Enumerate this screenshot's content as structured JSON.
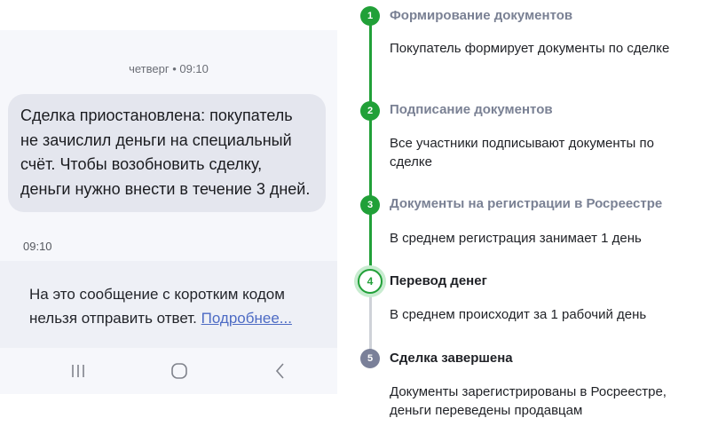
{
  "sms": {
    "date_label": "четверг • 09:10",
    "message_text": "Сделка приостановлена: покупатель не зачислил деньги на специальный счёт. Чтобы возобновить сделку, деньги нужно внести в течение 3 дней.",
    "message_time": "09:10",
    "reply_notice": "На это сообщение с коротким кодом нельзя отправить ответ.",
    "reply_link": "Подробнее..."
  },
  "nav": {
    "recents_icon": "recent-apps-icon",
    "home_icon": "home-icon",
    "back_icon": "back-icon"
  },
  "stepper": {
    "accent_color": "#21a038",
    "pending_color": "#7a8099",
    "steps": [
      {
        "number": "1",
        "title": "Формирование документов",
        "description": "Покупатель формирует документы по сделке",
        "state": "done"
      },
      {
        "number": "2",
        "title": "Подписание документов",
        "description": "Все участники подписывают документы по сделке",
        "state": "done"
      },
      {
        "number": "3",
        "title": "Документы на регистрации в Росреестре",
        "description": "В среднем регистрация занимает 1 день",
        "state": "done"
      },
      {
        "number": "4",
        "title": "Перевод денег",
        "description": "В среднем происходит за 1 рабочий день",
        "state": "current"
      },
      {
        "number": "5",
        "title": "Сделка завершена",
        "description": "Документы зарегистрированы в Росреестре, деньги переведены продавцам",
        "state": "pending"
      }
    ]
  }
}
